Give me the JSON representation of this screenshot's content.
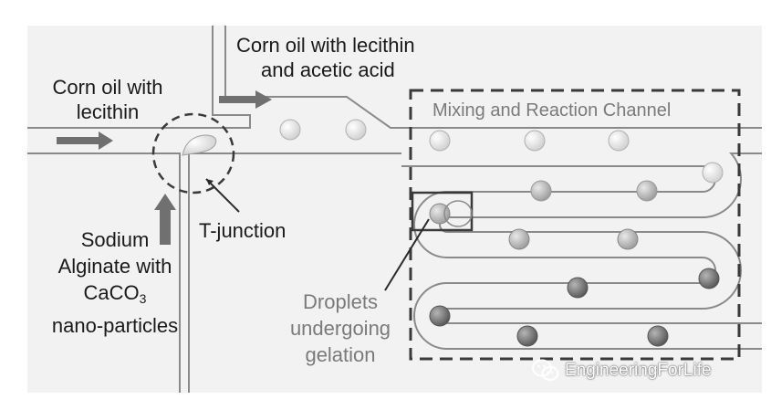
{
  "labels": {
    "corn_oil_left_line1": "Corn oil with",
    "corn_oil_left_line2": "lecithin",
    "corn_oil_top_line1": "Corn oil with lecithin",
    "corn_oil_top_line2": "and acetic acid",
    "mixing_channel": "Mixing and Reaction Channel",
    "t_junction": "T-junction",
    "sodium_line1": "Sodium",
    "sodium_line2": "Alginate with",
    "sodium_line3_main": "CaCO",
    "sodium_line3_sub": "3",
    "sodium_line4": "nano-particles",
    "droplets_line1": "Droplets",
    "droplets_line2": "undergoing",
    "droplets_line3": "gelation"
  },
  "watermark": {
    "icon": "wechat-icon",
    "text": "EngineeringForLife"
  },
  "colors": {
    "background": "#f2f2f2",
    "channel_line": "#8a8a8a",
    "arrow": "#707070",
    "dashed_box": "#3a3a3a",
    "droplet_light": "#e6e6e6",
    "droplet_dark": "#6e6e6e"
  }
}
